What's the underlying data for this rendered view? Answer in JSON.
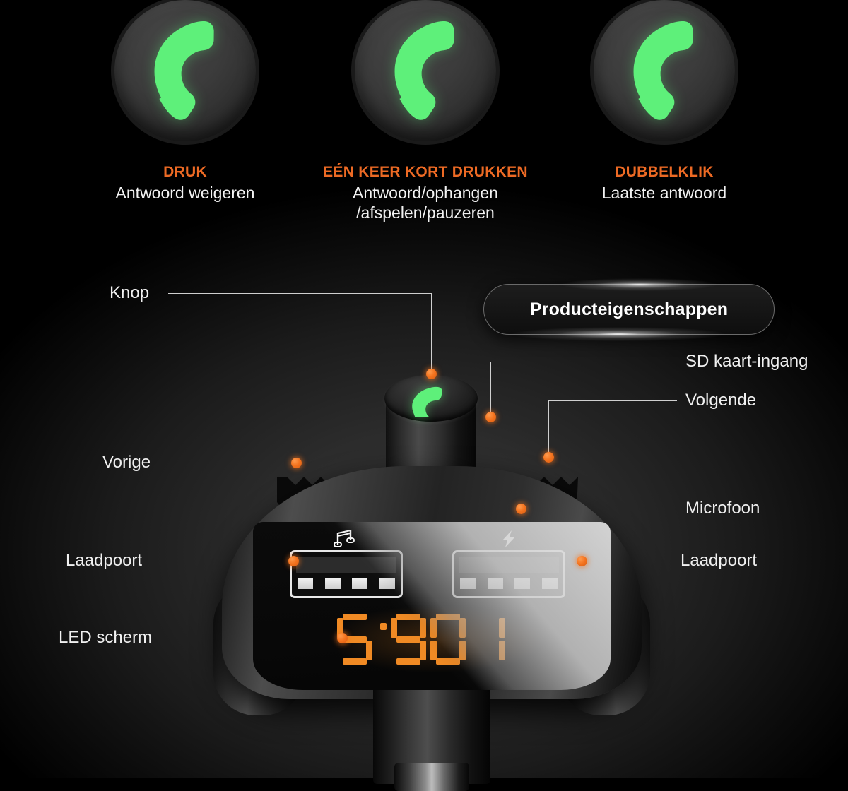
{
  "colors": {
    "accent_orange": "#ED6A24",
    "dot_orange": "#F4731E",
    "phone_green": "#5EF07A",
    "label_white": "#F0F0F0",
    "led_orange": "#F08A24",
    "background": "#000000"
  },
  "top_section": {
    "buttons": [
      {
        "icon": "phone-handset-icon",
        "heading": "DRUK",
        "description": "Antwoord weigeren"
      },
      {
        "icon": "phone-handset-icon",
        "heading": "EÉN KEER KORT DRUKKEN",
        "description_line1": "Antwoord/ophangen",
        "description_line2": "/afspelen/pauzeren"
      },
      {
        "icon": "phone-handset-icon",
        "heading": "DUBBELKLIK",
        "description": "Laatste antwoord"
      }
    ]
  },
  "badge": {
    "label": "Producteigenschappen"
  },
  "callouts": {
    "left": [
      {
        "label": "Knop"
      },
      {
        "label": "Vorige"
      },
      {
        "label": "Laadpoort"
      },
      {
        "label": "LED scherm"
      }
    ],
    "right": [
      {
        "label": "SD kaart-ingang"
      },
      {
        "label": "Volgende"
      },
      {
        "label": "Microfoon"
      },
      {
        "label": "Laadpoort"
      }
    ]
  },
  "device": {
    "knob_icon": "phone-handset-icon",
    "usb_left_icon": "music-note-icon",
    "usb_right_icon": "lightning-bolt-icon",
    "led_display": {
      "value": "5.901",
      "digits": [
        "5",
        ".",
        "9",
        "0",
        "1"
      ]
    }
  }
}
